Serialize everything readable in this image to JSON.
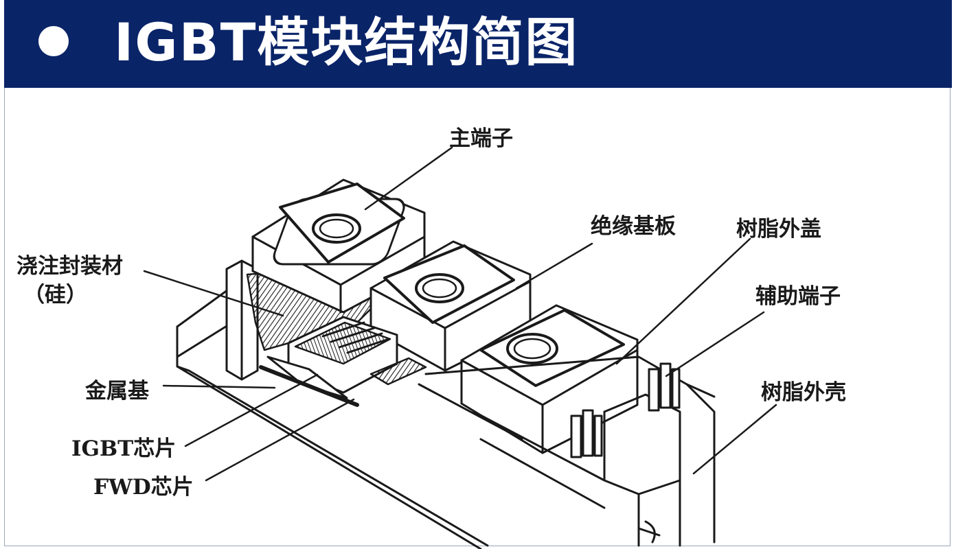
{
  "title": "IGBT模块结构简图",
  "labels": {
    "main_terminal": "主端子",
    "insulating_substrate": "绝缘基板",
    "resin_cover": "树脂外盖",
    "potting_material": "浇注封装材",
    "potting_material_sub": "（硅）",
    "aux_terminal": "辅助端子",
    "metal_base": "金属基",
    "resin_shell": "树脂外壳",
    "igbt_chip": "IGBT芯片",
    "fwd_chip": "FWD芯片"
  },
  "colors": {
    "title_bar": "#0a2468",
    "line": "#1a1a1a"
  }
}
